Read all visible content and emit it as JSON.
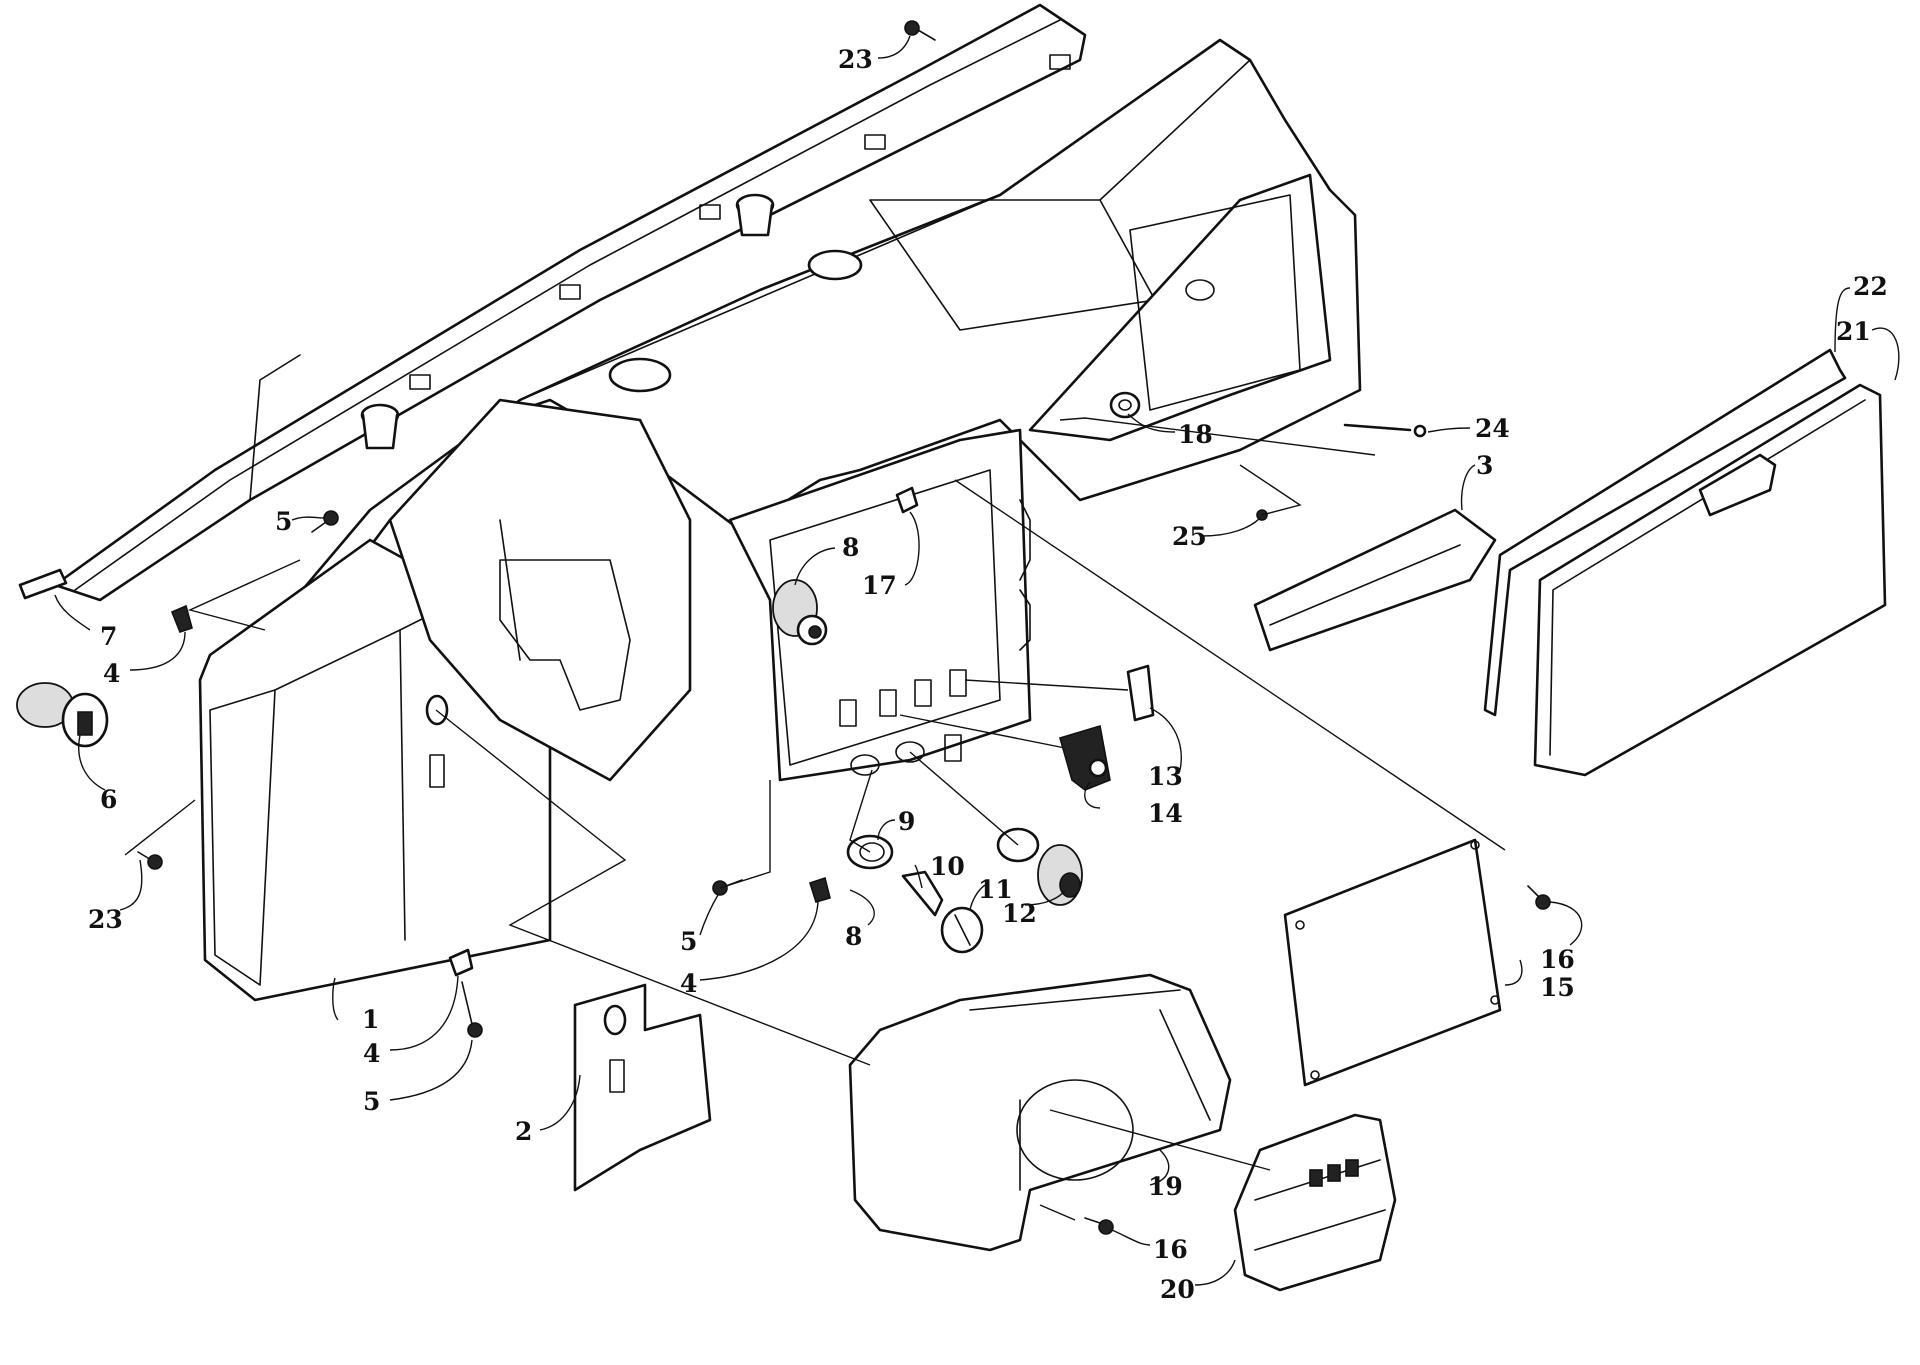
{
  "figure": {
    "callouts": [
      {
        "id": "c23a",
        "label": "23"
      },
      {
        "id": "c22",
        "label": "22"
      },
      {
        "id": "c21",
        "label": "21"
      },
      {
        "id": "c24",
        "label": "24"
      },
      {
        "id": "c18",
        "label": "18"
      },
      {
        "id": "c3",
        "label": "3"
      },
      {
        "id": "c25",
        "label": "25"
      },
      {
        "id": "c8a",
        "label": "8"
      },
      {
        "id": "c17",
        "label": "17"
      },
      {
        "id": "c5a",
        "label": "5"
      },
      {
        "id": "c7",
        "label": "7"
      },
      {
        "id": "c4a",
        "label": "4"
      },
      {
        "id": "c6",
        "label": "6"
      },
      {
        "id": "c13",
        "label": "13"
      },
      {
        "id": "c14",
        "label": "14"
      },
      {
        "id": "c9",
        "label": "9"
      },
      {
        "id": "c10",
        "label": "10"
      },
      {
        "id": "c11",
        "label": "11"
      },
      {
        "id": "c12",
        "label": "12"
      },
      {
        "id": "c8b",
        "label": "8"
      },
      {
        "id": "c23b",
        "label": "23"
      },
      {
        "id": "c5b",
        "label": "5"
      },
      {
        "id": "c4b",
        "label": "4"
      },
      {
        "id": "c1",
        "label": "1"
      },
      {
        "id": "c4c",
        "label": "4"
      },
      {
        "id": "c5c",
        "label": "5"
      },
      {
        "id": "c2",
        "label": "2"
      },
      {
        "id": "c16a",
        "label": "16"
      },
      {
        "id": "c15",
        "label": "15"
      },
      {
        "id": "c19",
        "label": "19"
      },
      {
        "id": "c16b",
        "label": "16"
      },
      {
        "id": "c20",
        "label": "20"
      }
    ]
  }
}
